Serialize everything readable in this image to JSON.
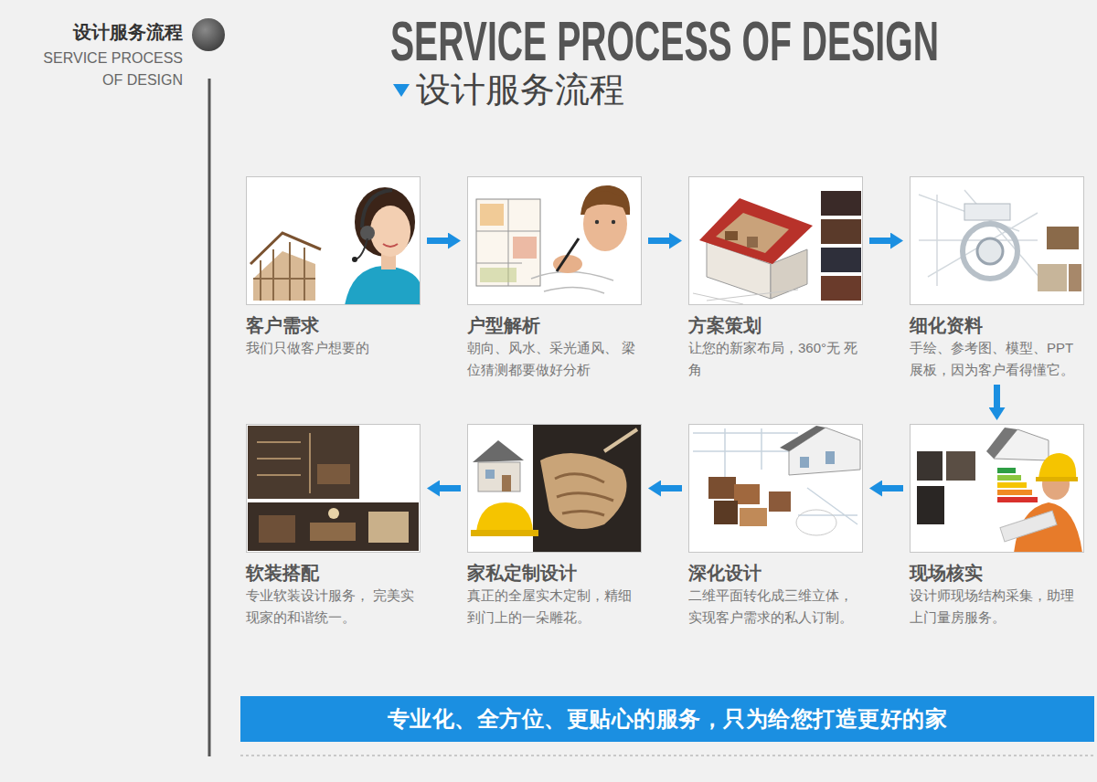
{
  "diagram": {
    "title": "SERVICE PROCESS OF DESIGN",
    "nodes": [
      {
        "text": [
          "客户需求",
          "我们只做客户想要的"
        ]
      },
      {
        "text": [
          "户型解析",
          "朝向、风水、采光通风、 梁位猜测都要做好分析"
        ]
      },
      {
        "text": [
          "方案策划",
          "让您的新家布局，360°无 死角"
        ]
      },
      {
        "text": [
          "细化资料",
          "手绘、参考图、模型、PPT 展板，因为客户看得懂它。"
        ]
      },
      {
        "text": [
          "现场核实",
          "设计师现场结构采集，助理 上门量房服务。"
        ]
      },
      {
        "text": [
          "深化设计",
          "二维平面转化成三维立体， 实现客户需求的私人订制。"
        ]
      },
      {
        "text": [
          "家私定制设计",
          "真正的全屋实木定制，精细 到门上的一朵雕花。"
        ]
      },
      {
        "text": [
          "软装搭配",
          "专业软装设计服务， 完美实现家的和谐统一。"
        ]
      },
      {
        "text": [
          "专业化、全方位、更贴心的服务，只为给您打造更好的家"
        ]
      }
    ],
    "edges": [
      {
        "from": 0,
        "to": 1,
        "arrow": "to"
      },
      {
        "from": 1,
        "to": 2,
        "arrow": "to"
      },
      {
        "from": 2,
        "to": 3,
        "arrow": "to"
      },
      {
        "from": 3,
        "to": 4,
        "arrow": "to"
      },
      {
        "from": 4,
        "to": 5,
        "arrow": "to"
      },
      {
        "from": 5,
        "to": 6,
        "arrow": "to"
      },
      {
        "from": 6,
        "to": 7,
        "arrow": "to"
      }
    ],
    "labels": [
      "设计服务流程",
      "SERVICE PROCESS OF DESIGN",
      "设计服务流程"
    ]
  }
}
